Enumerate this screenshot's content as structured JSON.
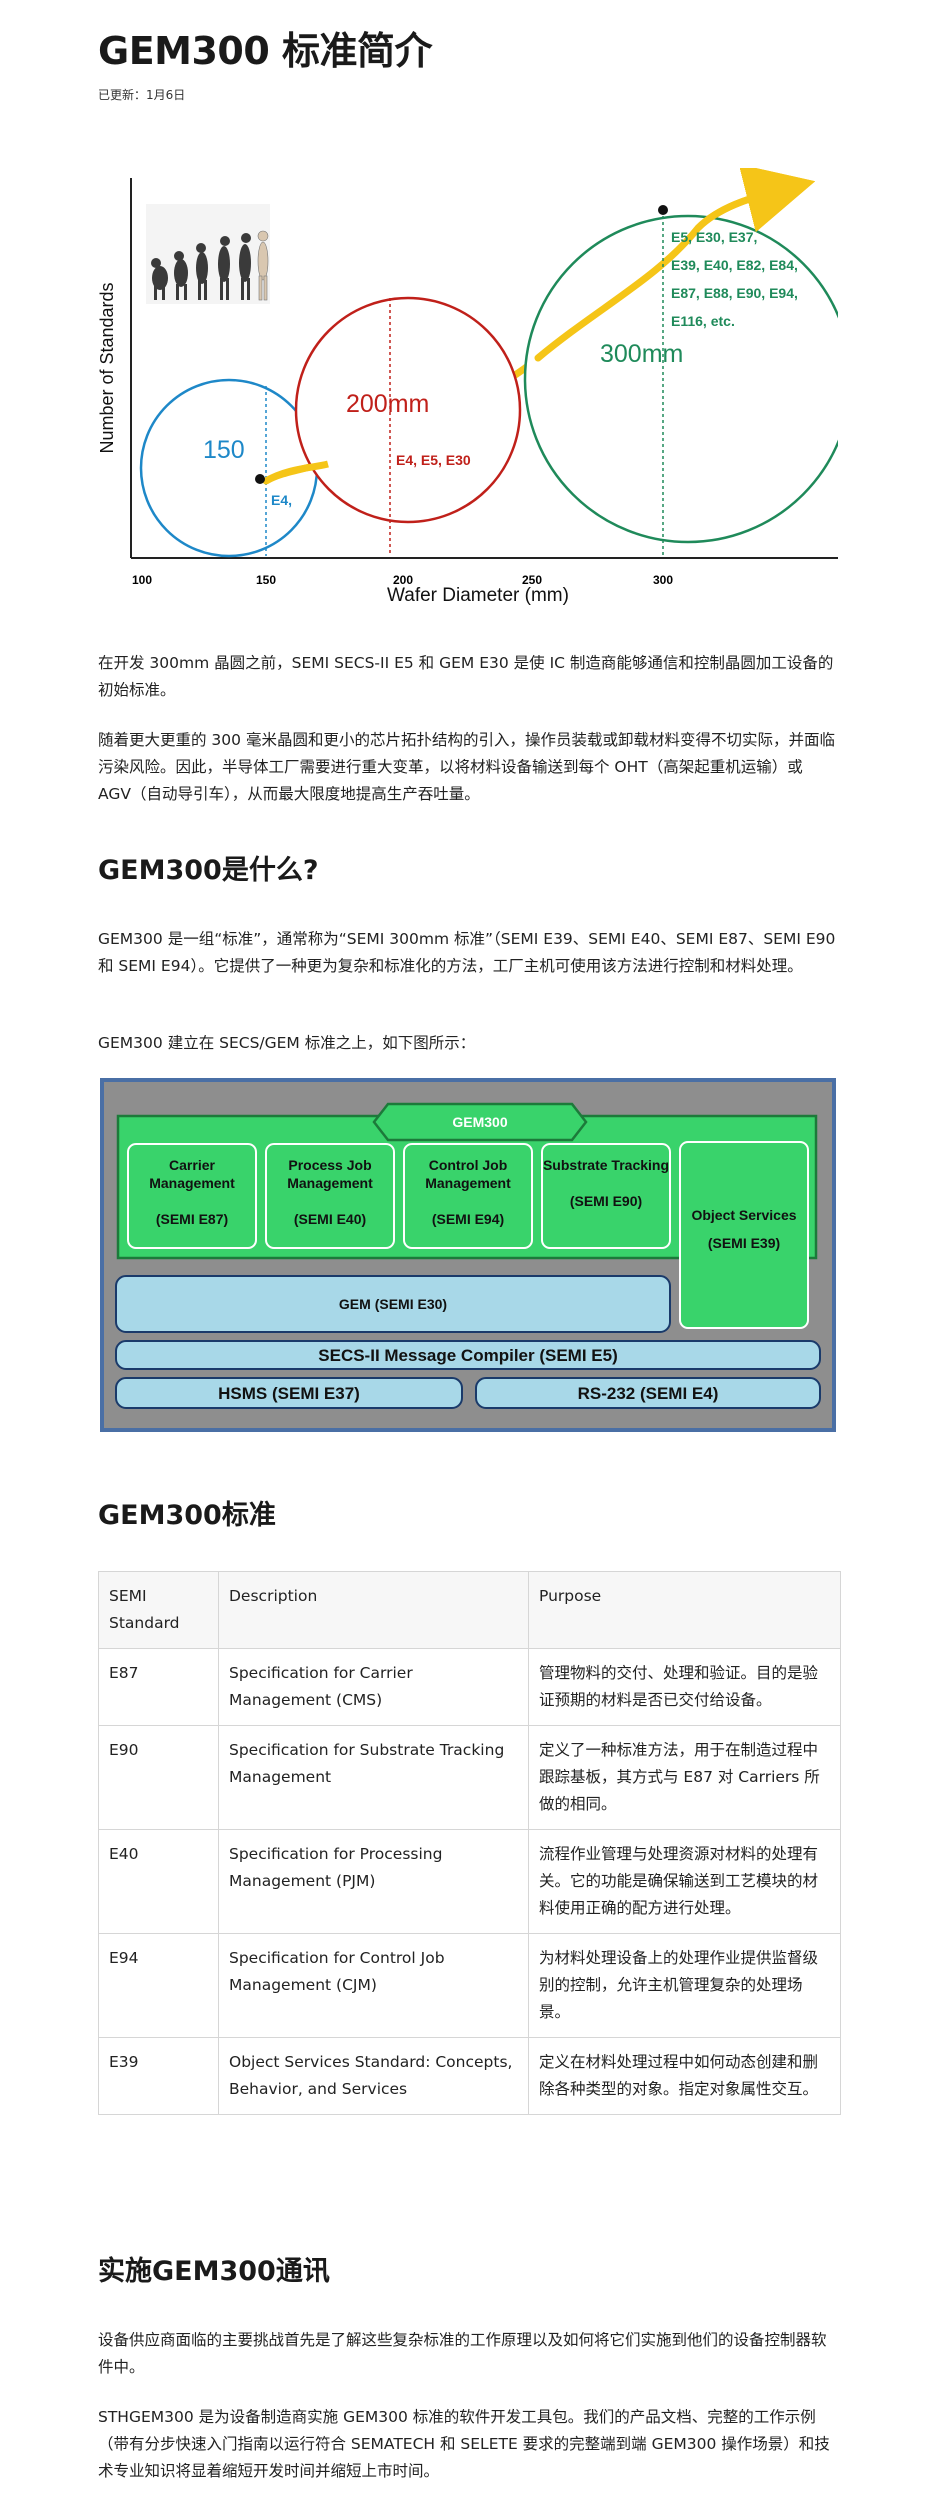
{
  "page": {
    "title": "GEM300 标准简介",
    "updated": "已更新：1月6日"
  },
  "figure1": {
    "ylabel": "Number of Standards",
    "xlabel": "Wafer Diameter (mm)",
    "xticks": [
      "100",
      "150",
      "200",
      "250",
      "300"
    ],
    "circle150": {
      "size_label": "150",
      "std_label": "E4,"
    },
    "circle200": {
      "size_label": "200mm",
      "std_label": "E4, E5, E30"
    },
    "circle300": {
      "size_label": "300mm",
      "std_lines": [
        "E5, E30, E37,",
        "E39, E40, E82, E84,",
        "E87, E88, E90, E94,",
        "E116, etc."
      ]
    },
    "colors": {
      "blue": "#1e88c8",
      "red": "#c0201a",
      "green": "#1f8a5a",
      "arrow": "#f5c518"
    }
  },
  "intro": {
    "p1": "在开发 300mm 晶圆之前，SEMI SECS-II E5 和 GEM E30 是使 IC 制造商能够通信和控制晶圆加工设备的初始标准。",
    "p2": "随着更大更重的 300 毫米晶圆和更小的芯片拓扑结构的引入，操作员装载或卸载材料变得不切实际，并面临污染风险。因此，半导体工厂需要进行重大变革，以将材料设备输送到每个 OHT（高架起重机运输）或 AGV（自动导引车），从而最大限度地提高生产吞吐量。"
  },
  "section_what": {
    "heading": "GEM300是什么?",
    "p1": "GEM300 是一组“标准”，通常称为“SEMI 300mm 标准”（SEMI E39、SEMI E40、SEMI E87、SEMI E90 和 SEMI E94）。它提供了一种更为复杂和标准化的方法，工厂主机可使用该方法进行控制和材料处理。",
    "p2": "GEM300 建立在 SECS/GEM 标准之上，如下图所示："
  },
  "figure2": {
    "gem300": "GEM300",
    "boxes": [
      {
        "name": "Carrier Management",
        "code": "(SEMI E87)"
      },
      {
        "name": "Process Job Management",
        "code": "(SEMI E40)"
      },
      {
        "name": "Control Job Management",
        "code": "(SEMI E94)"
      },
      {
        "name": "Substrate Tracking",
        "code": "(SEMI E90)"
      }
    ],
    "object_services": {
      "name": "Object Services",
      "code": "(SEMI E39)"
    },
    "gem": "GEM (SEMI E30)",
    "secs2": "SECS-II Message Compiler (SEMI E5)",
    "hsms": "HSMS (SEMI E37)",
    "rs232": "RS-232 (SEMI E4)"
  },
  "section_standards": {
    "heading": "GEM300标准",
    "columns": [
      "SEMI Standard",
      "Description",
      "Purpose"
    ],
    "rows": [
      {
        "code": "E87",
        "description": "Specification for Carrier Management (CMS)",
        "purpose": "管理物料的交付、处理和验证。目的是验证预期的材料是否已交付给设备。"
      },
      {
        "code": "E90",
        "description": "Specification for Substrate Tracking Management",
        "purpose": "定义了一种标准方法，用于在制造过程中跟踪基板，其方式与 E87 对 Carriers 所做的相同。"
      },
      {
        "code": "E40",
        "description": "Specification for Processing Management (PJM)",
        "purpose": "流程作业管理与处理资源对材料的处理有关。它的功能是确保输送到工艺模块的材料使用正确的配方进行处理。"
      },
      {
        "code": "E94",
        "description": "Specification for Control Job Management (CJM)",
        "purpose": "为材料处理设备上的处理作业提供监督级别的控制，允许主机管理复杂的处理场景。"
      },
      {
        "code": "E39",
        "description": "Object Services Standard: Concepts, Behavior, and Services",
        "purpose": "定义在材料处理过程中如何动态创建和删除各种类型的对象。指定对象属性交互。"
      }
    ]
  },
  "section_impl": {
    "heading": "实施GEM300通讯",
    "p1": "设备供应商面临的主要挑战首先是了解这些复杂标准的工作原理以及如何将它们实施到他们的设备控制器软件中。",
    "p2": "STHGEM300 是为设备制造商实施 GEM300 标准的软件开发工具包。我们的产品文档、完整的工作示例（带有分步快速入门指南以运行符合 SEMATECH 和 SELETE 要求的完整端到端 GEM300 操作场景）和技术专业知识将显着缩短开发时间并缩短上市时间。"
  }
}
